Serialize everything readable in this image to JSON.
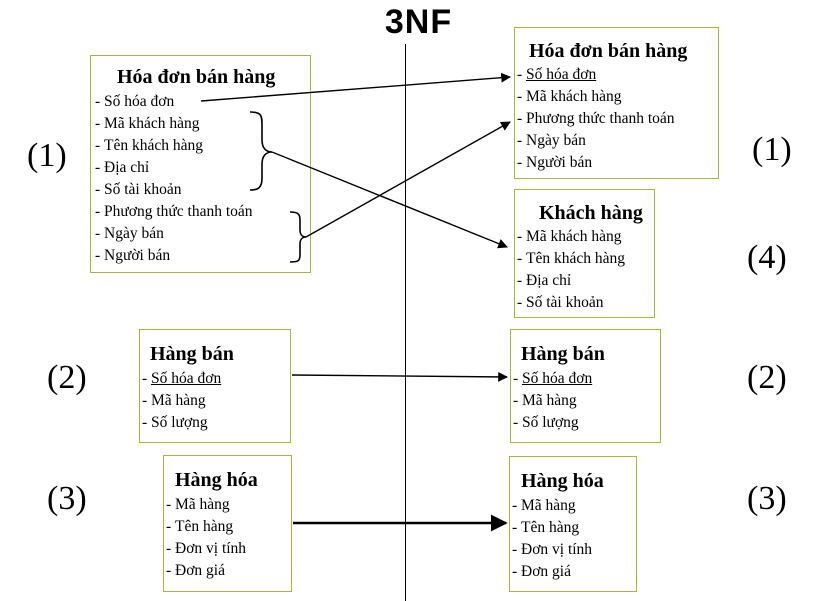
{
  "title": "3NF",
  "left": {
    "hoadon": {
      "title": "Hóa đơn bán hàng",
      "fields": [
        "Số hóa đơn",
        "Mã khách hàng",
        "Tên khách hàng",
        "Địa chỉ",
        "Số tài khoản",
        "Phương thức thanh toán",
        "Ngày bán",
        "Người bán"
      ]
    },
    "hangban": {
      "title": "Hàng bán",
      "fields": [
        "Số hóa đơn",
        "Mã hàng",
        "Số lượng"
      ]
    },
    "hanghoa": {
      "title": "Hàng hóa",
      "fields": [
        "Mã hàng",
        "Tên hàng",
        "Đơn vị tính",
        "Đơn giá"
      ]
    }
  },
  "right": {
    "hoadon": {
      "title": "Hóa đơn bán hàng",
      "fields": [
        "Số hóa đơn",
        "Mã khách hàng",
        "Phương thức thanh toán",
        "Ngày bán",
        "Người bán"
      ]
    },
    "khachhang": {
      "title": "Khách hàng",
      "fields": [
        "Mã khách hàng",
        "Tên khách hàng",
        "Địa chỉ",
        "Số tài khoản"
      ]
    },
    "hangban": {
      "title": "Hàng bán",
      "fields": [
        "Số hóa đơn",
        "Mã hàng",
        "Số lượng"
      ]
    },
    "hanghoa": {
      "title": "Hàng hóa",
      "fields": [
        "Mã hàng",
        "Tên hàng",
        "Đơn vị tính",
        "Đơn giá"
      ]
    }
  },
  "labels": {
    "l1": "(1)",
    "l2": "(2)",
    "l3": "(3)",
    "r1": "(1)",
    "r4": "(4)",
    "r2": "(2)",
    "r3": "(3)"
  },
  "colors": {
    "box_border": "#a4b83b",
    "line": "#000000"
  }
}
